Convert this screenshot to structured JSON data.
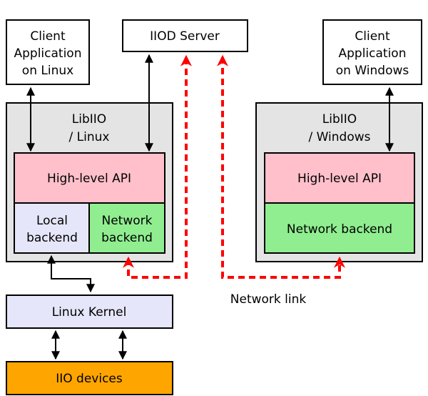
{
  "colors": {
    "panel": "#e4e4e4",
    "high_level_api": "#ffc0cb",
    "local_backend": "#e6e6fa",
    "network_backend": "#90ee90",
    "kernel": "#e6e6fa",
    "devices": "#ffa500",
    "network_link": "#ff0000",
    "plain": "#ffffff"
  },
  "client_linux": {
    "lines": [
      "Client",
      "Application",
      "on Linux"
    ]
  },
  "iiod_server": {
    "label": "IIOD Server"
  },
  "client_windows": {
    "lines": [
      "Client",
      "Application",
      "on Windows"
    ]
  },
  "libiio_linux": {
    "title_lines": [
      "LibIIO",
      "/ Linux"
    ],
    "high_level_api": "High-level API",
    "local_backend_lines": [
      "Local",
      "backend"
    ],
    "network_backend_lines": [
      "Network",
      "backend"
    ]
  },
  "libiio_windows": {
    "title_lines": [
      "LibIIO",
      "/ Windows"
    ],
    "high_level_api": "High-level API",
    "network_backend": "Network backend"
  },
  "linux_kernel": {
    "label": "Linux Kernel"
  },
  "iio_devices": {
    "label": "IIO devices"
  },
  "network_link": {
    "label": "Network link"
  }
}
